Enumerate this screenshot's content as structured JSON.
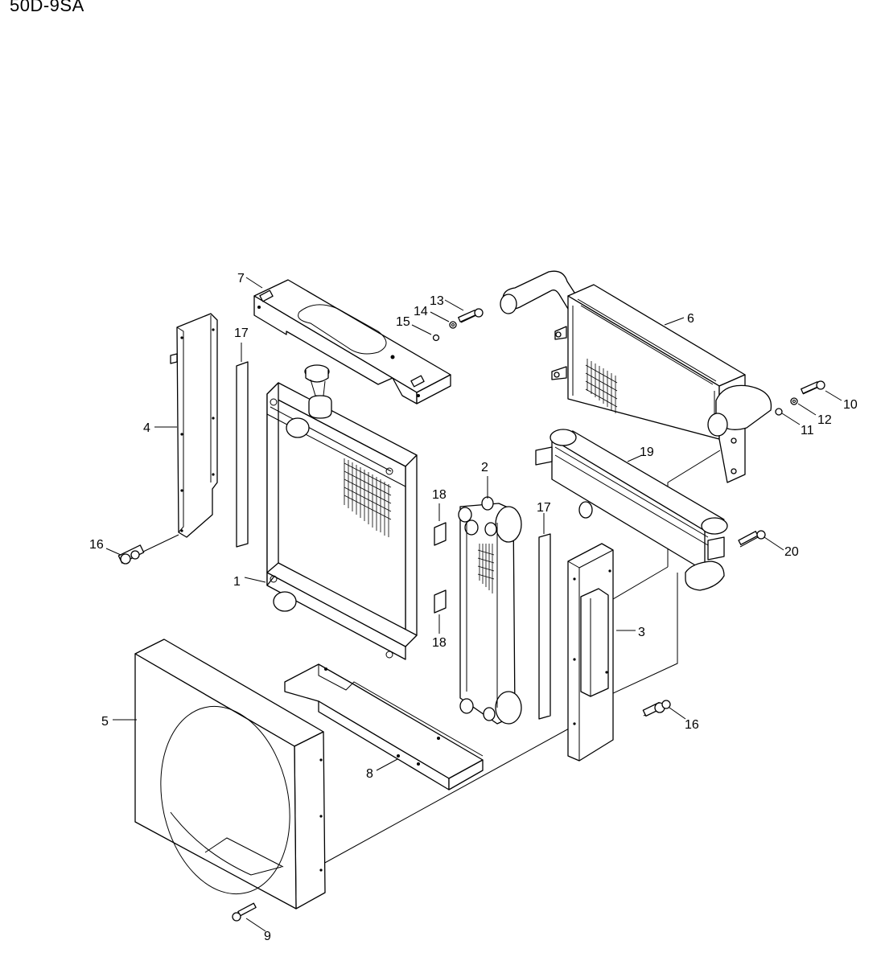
{
  "header": {
    "model_code": "50D-9SA"
  },
  "callouts": {
    "c1": "1",
    "c2": "2",
    "c3": "3",
    "c4": "4",
    "c5": "5",
    "c6": "6",
    "c7": "7",
    "c8": "8",
    "c9": "9",
    "c10": "10",
    "c11": "11",
    "c12": "12",
    "c13": "13",
    "c14": "14",
    "c15": "15",
    "c16a": "16",
    "c16b": "16",
    "c17a": "17",
    "c17b": "17",
    "c18a": "18",
    "c18b": "18",
    "c19": "19",
    "c20": "20"
  }
}
